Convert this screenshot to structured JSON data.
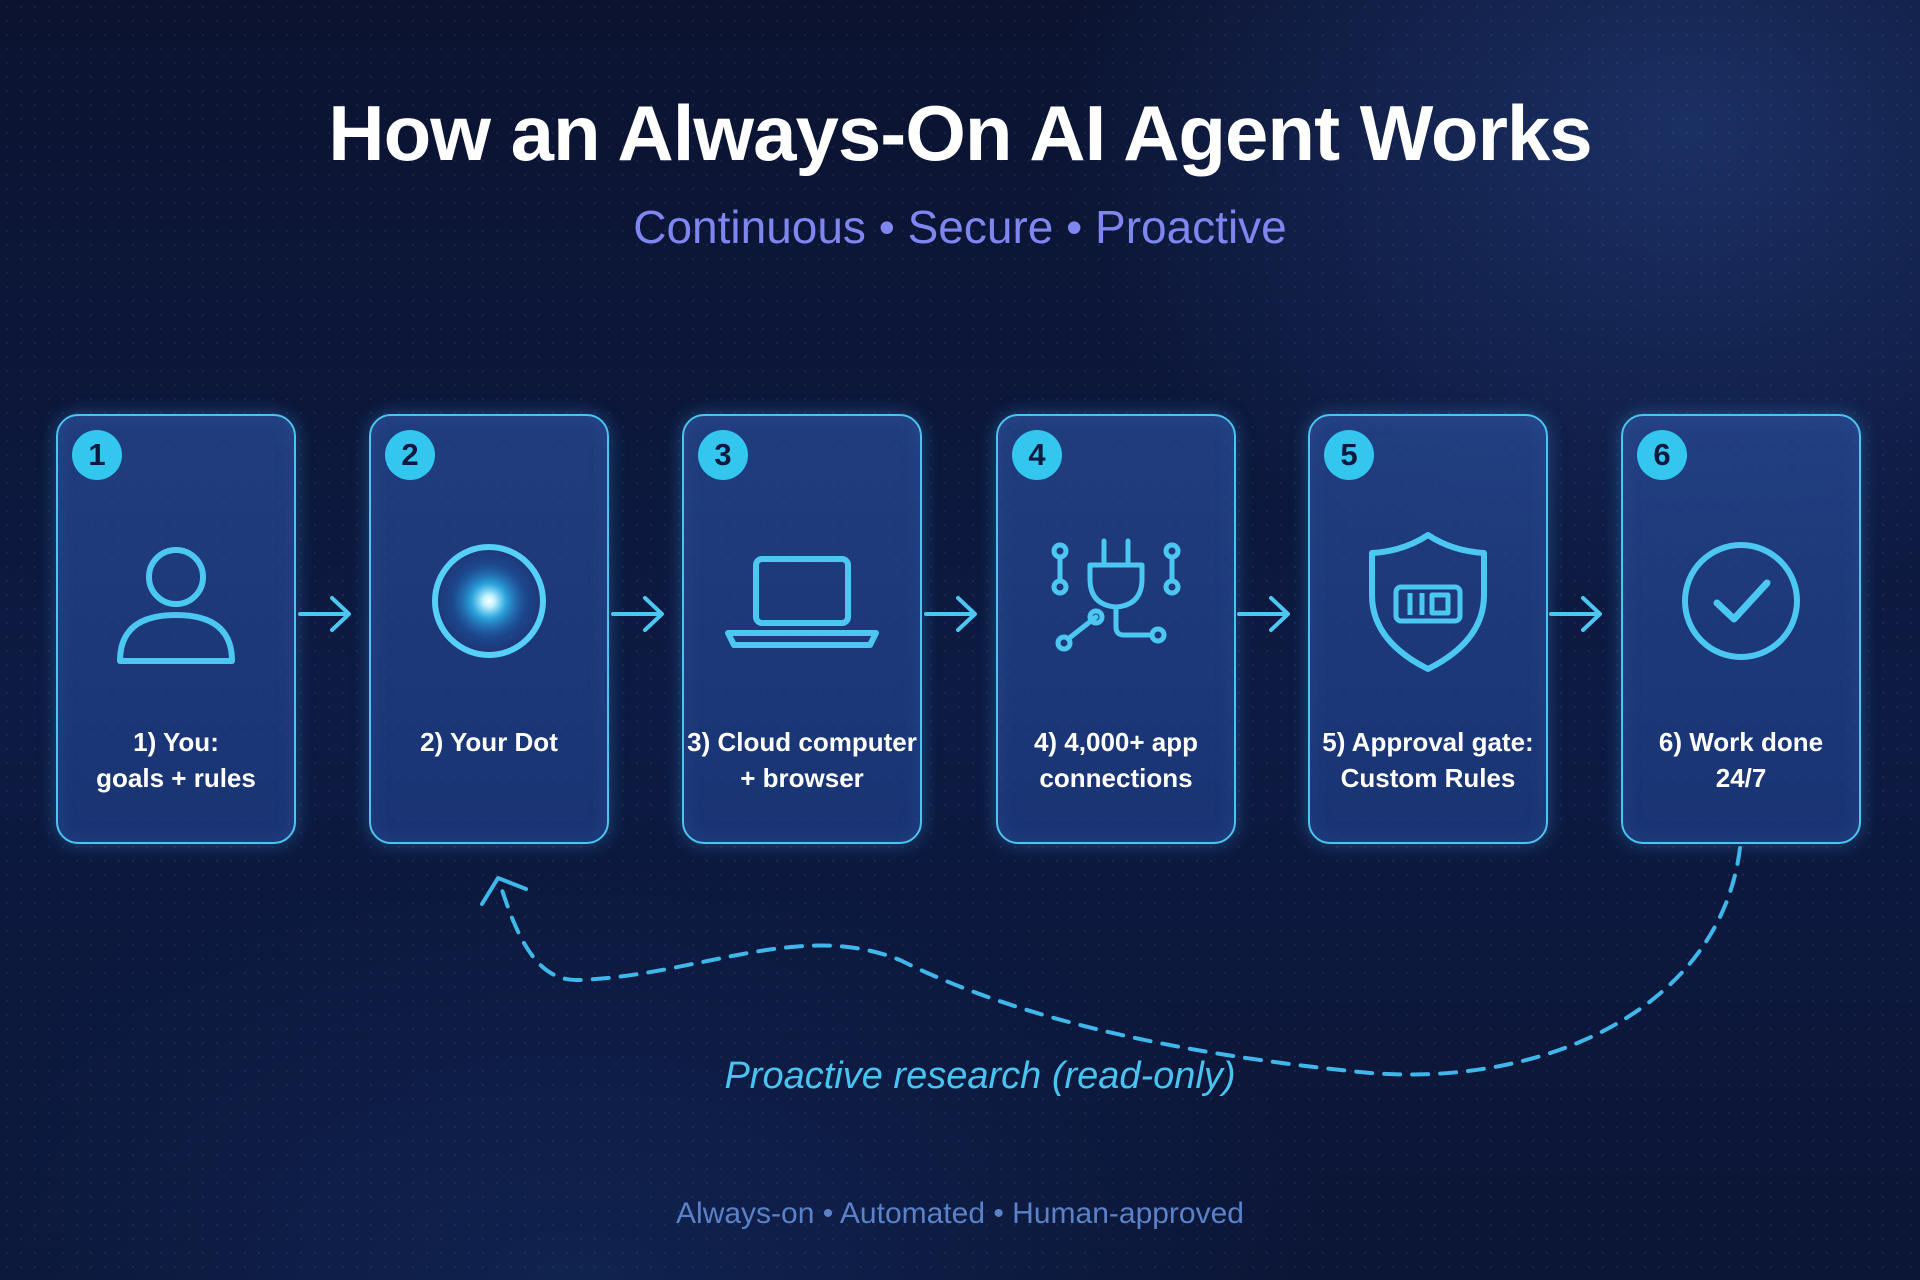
{
  "header": {
    "title": "How an Always-On AI Agent Works",
    "subtitle": "Continuous • Secure • Proactive"
  },
  "steps": [
    {
      "number": "1",
      "label": "1) You:\ngoals + rules",
      "icon": "user-icon"
    },
    {
      "number": "2",
      "label": "2) Your Dot",
      "icon": "glowing-dot-icon"
    },
    {
      "number": "3",
      "label": "3) Cloud computer\n+ browser",
      "icon": "laptop-icon"
    },
    {
      "number": "4",
      "label": "4) 4,000+ app\nconnections",
      "icon": "plug-circuit-icon"
    },
    {
      "number": "5",
      "label": "5) Approval gate:\nCustom Rules",
      "icon": "shield-icon"
    },
    {
      "number": "6",
      "label": "6) Work done\n24/7",
      "icon": "checkmark-circle-icon"
    }
  ],
  "loop": {
    "caption": "Proactive research (read-only)"
  },
  "footer": {
    "text": "Always-on • Automated • Human-approved"
  },
  "colors": {
    "background": "#0b1330",
    "accent": "#33c6ee",
    "subtitle": "#7f86f0",
    "card_border": "#4cc3f0",
    "footer": "#5b82c8"
  }
}
